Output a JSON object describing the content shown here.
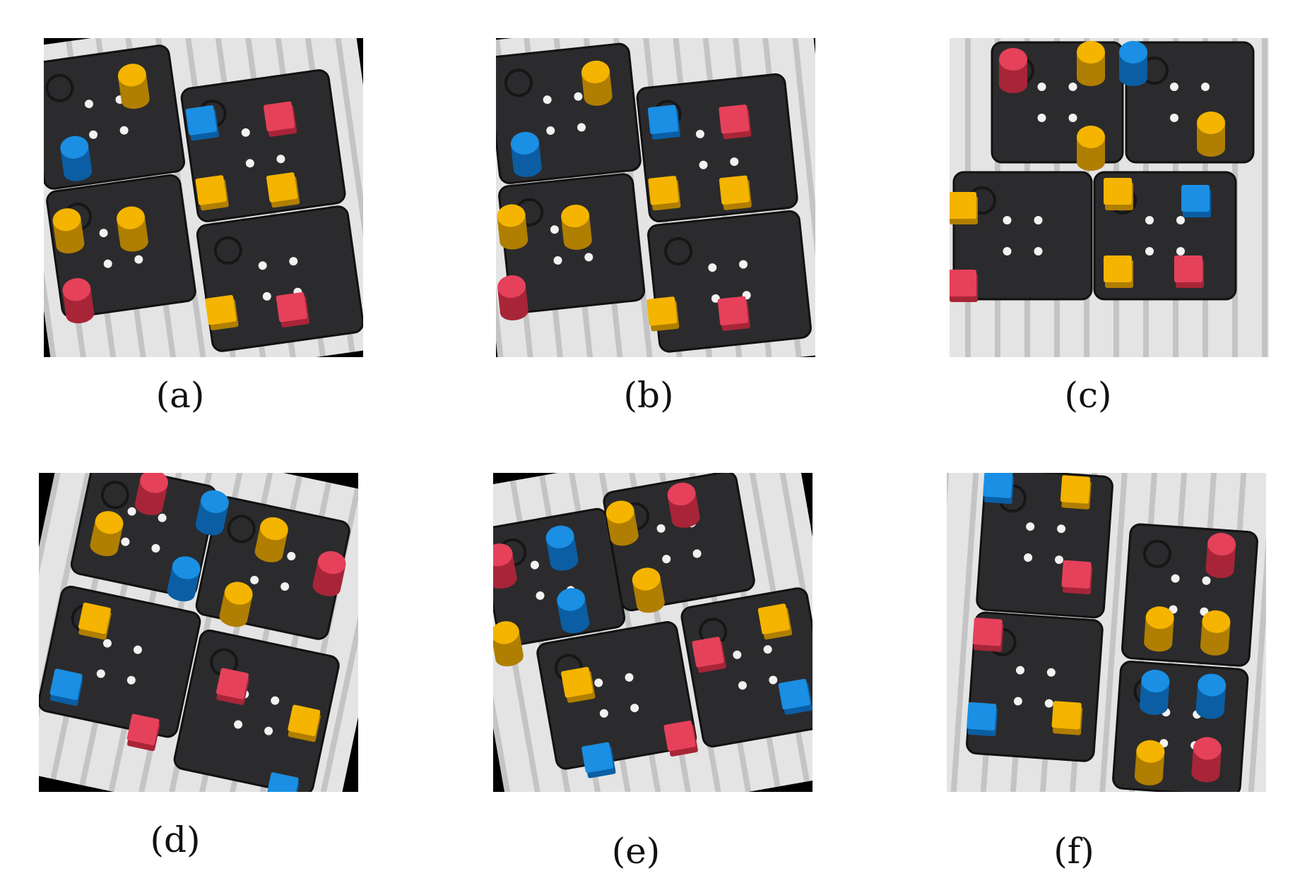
{
  "figure": {
    "panels": [
      {
        "id": "a",
        "caption": "(a)",
        "rotation_deg": -8
      },
      {
        "id": "b",
        "caption": "(b)",
        "rotation_deg": -6
      },
      {
        "id": "c",
        "caption": "(c)",
        "rotation_deg": 0
      },
      {
        "id": "d",
        "caption": "(d)",
        "rotation_deg": 12
      },
      {
        "id": "e",
        "caption": "(e)",
        "rotation_deg": -10
      },
      {
        "id": "f",
        "caption": "(f)",
        "rotation_deg": 4
      }
    ],
    "colors": {
      "background": "#000000",
      "tray": "#e4e4e4",
      "tray_stripe": "#a9a9a9",
      "board": "#2b2b2d",
      "board_edge": "#111111",
      "pin": "#f2f2f2",
      "hole": "#161616",
      "yellow": "#f4b400",
      "yellow_dark": "#b07e00",
      "red": "#e6415a",
      "red_dark": "#a82538",
      "blue": "#1a8fe3",
      "blue_dark": "#0b5ea3"
    }
  }
}
